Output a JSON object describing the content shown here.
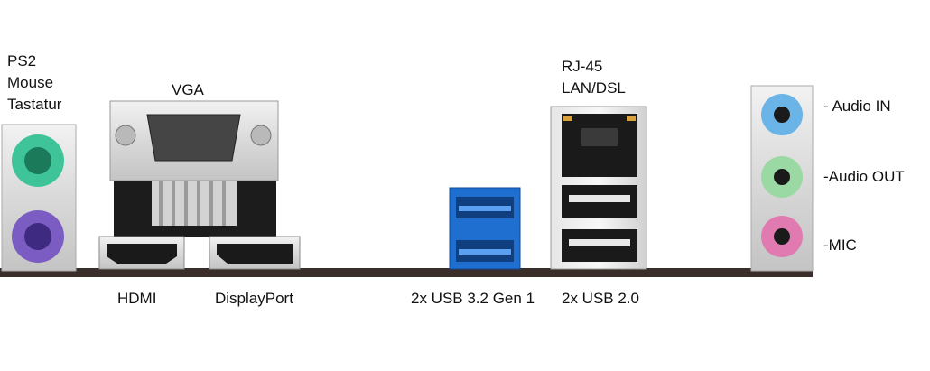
{
  "ps2": {
    "lines": [
      "PS2",
      "Mouse",
      "Tastatur"
    ]
  },
  "vga": {
    "label": "VGA"
  },
  "rj45": {
    "lines": [
      "RJ-45",
      "LAN/DSL"
    ]
  },
  "audio": {
    "in": "- Audio IN",
    "out": "-Audio OUT",
    "mic": "-MIC"
  },
  "bottom": {
    "hdmi": "HDMI",
    "displayport": "DisplayPort",
    "usb3": "2x USB 3.2 Gen 1",
    "usb2": "2x USB 2.0"
  },
  "colors": {
    "ps2_mouse": "#3fc49a",
    "ps2_keyboard": "#7b5cc2",
    "usb3": "#1e6fd0",
    "audio_in": "#6ab4e8",
    "audio_out": "#9ad9a4",
    "mic": "#e07ab0",
    "pcb": "#3a2e2a"
  }
}
